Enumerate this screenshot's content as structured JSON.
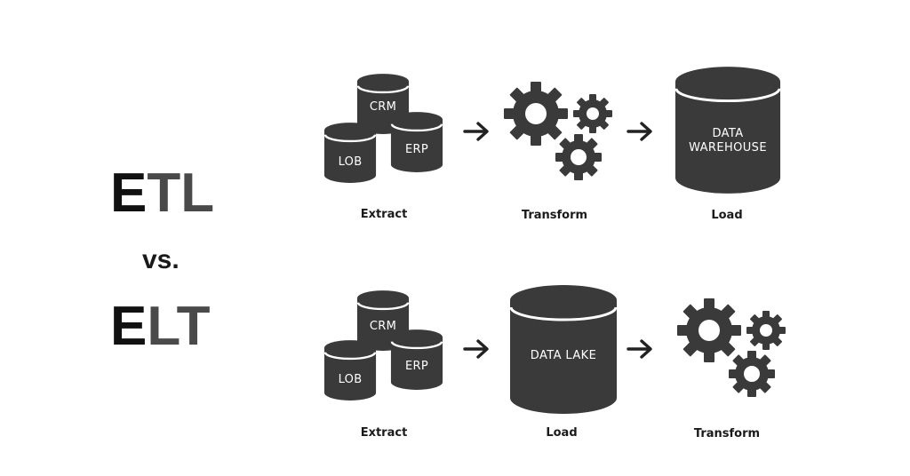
{
  "title": {
    "etl": {
      "first": "E",
      "rest": "TL"
    },
    "vs": "vs.",
    "elt": {
      "first": "E",
      "rest": "LT"
    }
  },
  "etl_flow": {
    "sources": [
      "CRM",
      "LOB",
      "ERP"
    ],
    "step1": "Extract",
    "step2": "Transform",
    "step3": "Load",
    "target_line1": "DATA",
    "target_line2": "WAREHOUSE"
  },
  "elt_flow": {
    "sources": [
      "CRM",
      "LOB",
      "ERP"
    ],
    "step1": "Extract",
    "step2": "Load",
    "step3": "Transform",
    "target_label": "DATA LAKE"
  },
  "colors": {
    "dark": "#3a3a3a",
    "black": "#111111",
    "gray": "#4a4a4a",
    "white": "#ffffff"
  },
  "icons": [
    "database-icon",
    "arrow-right-icon",
    "gears-icon"
  ]
}
